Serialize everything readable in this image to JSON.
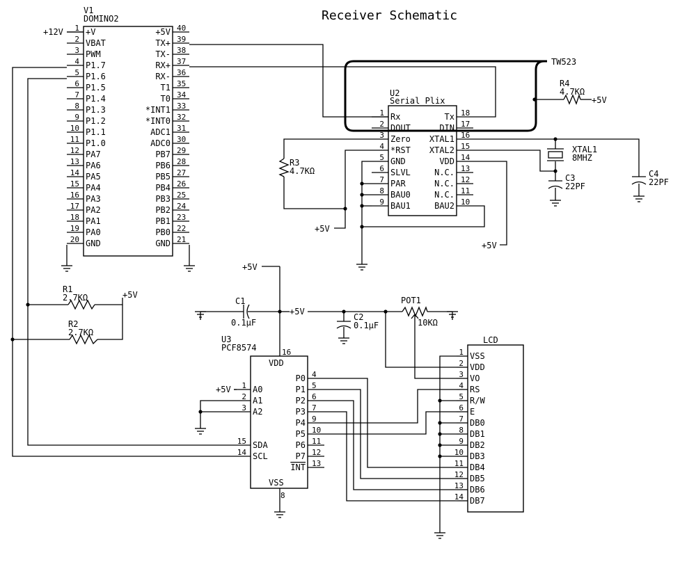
{
  "title": "Receiver Schematic",
  "u1": {
    "ref": "V1",
    "part": "DOMINO2",
    "left": [
      [
        "1",
        "+V"
      ],
      [
        "2",
        "VBAT"
      ],
      [
        "3",
        "PWM"
      ],
      [
        "4",
        "P1.7"
      ],
      [
        "5",
        "P1.6"
      ],
      [
        "6",
        "P1.5"
      ],
      [
        "7",
        "P1.4"
      ],
      [
        "8",
        "P1.3"
      ],
      [
        "9",
        "P1.2"
      ],
      [
        "10",
        "P1.1"
      ],
      [
        "11",
        "P1.0"
      ],
      [
        "12",
        "PA7"
      ],
      [
        "13",
        "PA6"
      ],
      [
        "14",
        "PA5"
      ],
      [
        "15",
        "PA4"
      ],
      [
        "16",
        "PA3"
      ],
      [
        "17",
        "PA2"
      ],
      [
        "18",
        "PA1"
      ],
      [
        "19",
        "PA0"
      ],
      [
        "20",
        "GND"
      ]
    ],
    "right": [
      [
        "40",
        "+5V"
      ],
      [
        "39",
        "TX+"
      ],
      [
        "38",
        "TX-"
      ],
      [
        "37",
        "RX+"
      ],
      [
        "36",
        "RX-"
      ],
      [
        "35",
        "T1"
      ],
      [
        "34",
        "T0"
      ],
      [
        "33",
        "*INT1"
      ],
      [
        "32",
        "*INT0"
      ],
      [
        "31",
        "ADC1"
      ],
      [
        "30",
        "ADC0"
      ],
      [
        "29",
        "PB7"
      ],
      [
        "28",
        "PB6"
      ],
      [
        "27",
        "PB5"
      ],
      [
        "26",
        "PB4"
      ],
      [
        "25",
        "PB3"
      ],
      [
        "24",
        "PB2"
      ],
      [
        "23",
        "PB1"
      ],
      [
        "22",
        "PB0"
      ],
      [
        "21",
        "GND"
      ]
    ]
  },
  "u2": {
    "ref": "U2",
    "part": "Serial Plix",
    "left": [
      [
        "1",
        "Rx"
      ],
      [
        "2",
        "DOUT"
      ],
      [
        "3",
        "Zero"
      ],
      [
        "4",
        "*RST"
      ],
      [
        "5",
        "GND"
      ],
      [
        "6",
        "SLVL"
      ],
      [
        "7",
        "PAR"
      ],
      [
        "8",
        "BAU0"
      ],
      [
        "9",
        "BAU1"
      ]
    ],
    "right": [
      [
        "18",
        "Tx"
      ],
      [
        "17",
        "DIN"
      ],
      [
        "16",
        "XTAL1"
      ],
      [
        "15",
        "XTAL2"
      ],
      [
        "14",
        "VDD"
      ],
      [
        "13",
        "N.C."
      ],
      [
        "12",
        "N.C."
      ],
      [
        "11",
        "N.C."
      ],
      [
        "10",
        "BAU2"
      ]
    ]
  },
  "u3": {
    "ref": "U3",
    "part": "PCF8574",
    "vdd": "VDD",
    "vdd_pin": "16",
    "vss": "VSS",
    "vss_pin": "8",
    "left": [
      [
        "1",
        "A0"
      ],
      [
        "2",
        "A1"
      ],
      [
        "3",
        "A2"
      ],
      [
        "15",
        "SDA"
      ],
      [
        "14",
        "SCL"
      ]
    ],
    "right": [
      [
        "4",
        "P0"
      ],
      [
        "5",
        "P1"
      ],
      [
        "6",
        "P2"
      ],
      [
        "7",
        "P3"
      ],
      [
        "9",
        "P4"
      ],
      [
        "10",
        "P5"
      ],
      [
        "11",
        "P6"
      ],
      [
        "12",
        "P7"
      ],
      [
        "13",
        "INT"
      ]
    ]
  },
  "lcd": {
    "ref": "LCD",
    "pins": [
      [
        "1",
        "VSS"
      ],
      [
        "2",
        "VDD"
      ],
      [
        "3",
        "VO"
      ],
      [
        "4",
        "RS"
      ],
      [
        "5",
        "R/W"
      ],
      [
        "6",
        "E"
      ],
      [
        "7",
        "DB0"
      ],
      [
        "8",
        "DB1"
      ],
      [
        "9",
        "DB2"
      ],
      [
        "10",
        "DB3"
      ],
      [
        "11",
        "DB4"
      ],
      [
        "12",
        "DB5"
      ],
      [
        "13",
        "DB6"
      ],
      [
        "14",
        "DB7"
      ]
    ]
  },
  "labels": {
    "v12": "+12V",
    "v5": "+5V",
    "tw523": "TW523",
    "r1": "R1",
    "r1_val": "2.7KΩ",
    "r2": "R2",
    "r2_val": "2.7KΩ",
    "r3": "R3",
    "r3_val": "4.7KΩ",
    "r4": "R4",
    "r4_val": "4.7KΩ",
    "xtal1": "XTAL1",
    "xtal1_val": "8MHZ",
    "c1": "C1",
    "c1_val": "0.1μF",
    "c2": "C2",
    "c2_val": "0.1μF",
    "c3": "C3",
    "c3_val": "22PF",
    "c4": "C4",
    "c4_val": "22PF",
    "pot1": "POT1",
    "pot1_val": "10KΩ"
  }
}
